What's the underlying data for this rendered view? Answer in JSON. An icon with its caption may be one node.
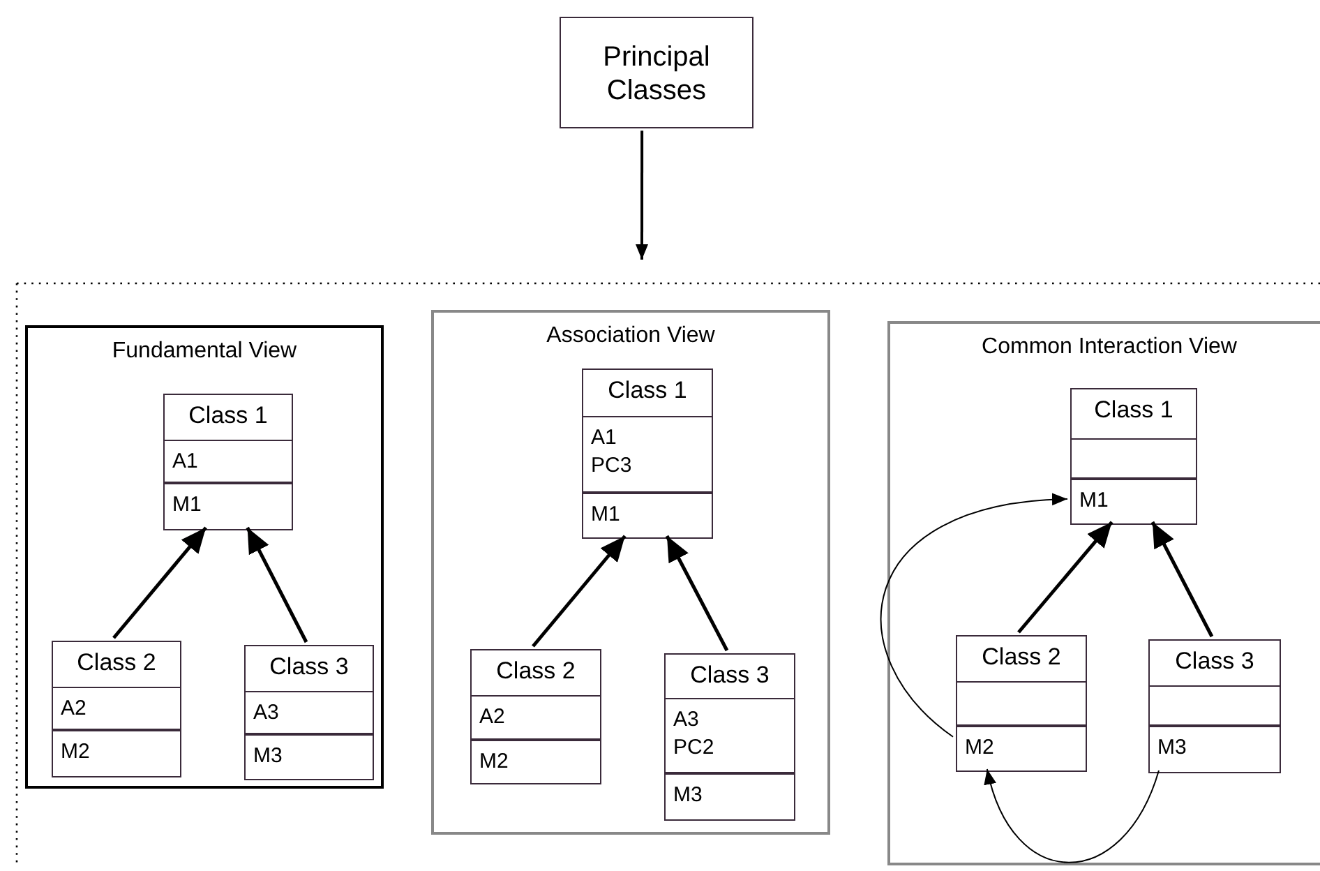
{
  "diagram": {
    "nodes": [
      {
        "text": [
          "Principal Classes"
        ]
      },
      {
        "text": [
          "Fundamental View"
        ]
      },
      {
        "text": [
          "Class 1"
        ],
        "in": 1
      },
      {
        "text": [
          "A1"
        ],
        "in": 2
      },
      {
        "text": [
          "M1"
        ],
        "in": 2
      },
      {
        "text": [
          "Class 2"
        ],
        "in": 1
      },
      {
        "text": [
          "A2"
        ],
        "in": 5
      },
      {
        "text": [
          "M2"
        ],
        "in": 5
      },
      {
        "text": [
          "Class 3"
        ],
        "in": 1
      },
      {
        "text": [
          "A3"
        ],
        "in": 8
      },
      {
        "text": [
          "M3"
        ],
        "in": 8
      },
      {
        "text": [
          "Association View"
        ]
      },
      {
        "text": [
          "Class 1"
        ],
        "in": 11
      },
      {
        "text": [
          "A1",
          "PC3"
        ],
        "in": 12
      },
      {
        "text": [
          "M1"
        ],
        "in": 12
      },
      {
        "text": [
          "Class 2"
        ],
        "in": 11
      },
      {
        "text": [
          "A2"
        ],
        "in": 15
      },
      {
        "text": [
          "M2"
        ],
        "in": 15
      },
      {
        "text": [
          "Class 3"
        ],
        "in": 11
      },
      {
        "text": [
          "A3",
          "PC2"
        ],
        "in": 18
      },
      {
        "text": [
          "M3"
        ],
        "in": 18
      },
      {
        "text": [
          "Common Interaction View"
        ]
      },
      {
        "text": [
          "Class 1"
        ],
        "in": 21
      },
      {
        "text": [],
        "shape": "box",
        "in": 22
      },
      {
        "text": [
          "M1"
        ],
        "in": 22
      },
      {
        "text": [
          "Class 2"
        ],
        "in": 21
      },
      {
        "text": [],
        "shape": "box",
        "in": 25
      },
      {
        "text": [
          "M2"
        ],
        "in": 25
      },
      {
        "text": [
          "Class 3"
        ],
        "in": 21
      },
      {
        "text": [],
        "shape": "box",
        "in": 28
      },
      {
        "text": [
          "M3"
        ],
        "in": 28
      }
    ],
    "edges": [
      {
        "from": 0,
        "to": null,
        "arrow": "to"
      },
      {
        "from": 5,
        "to": 2,
        "arrow": "to"
      },
      {
        "from": 8,
        "to": 2,
        "arrow": "to"
      },
      {
        "from": 15,
        "to": 12,
        "arrow": "to"
      },
      {
        "from": 18,
        "to": 12,
        "arrow": "to"
      },
      {
        "from": 25,
        "to": 22,
        "arrow": "to"
      },
      {
        "from": 28,
        "to": 22,
        "arrow": "to"
      },
      {
        "from": 27,
        "to": 24,
        "arrow": "to"
      },
      {
        "from": 30,
        "to": 27,
        "arrow": "to"
      }
    ]
  }
}
